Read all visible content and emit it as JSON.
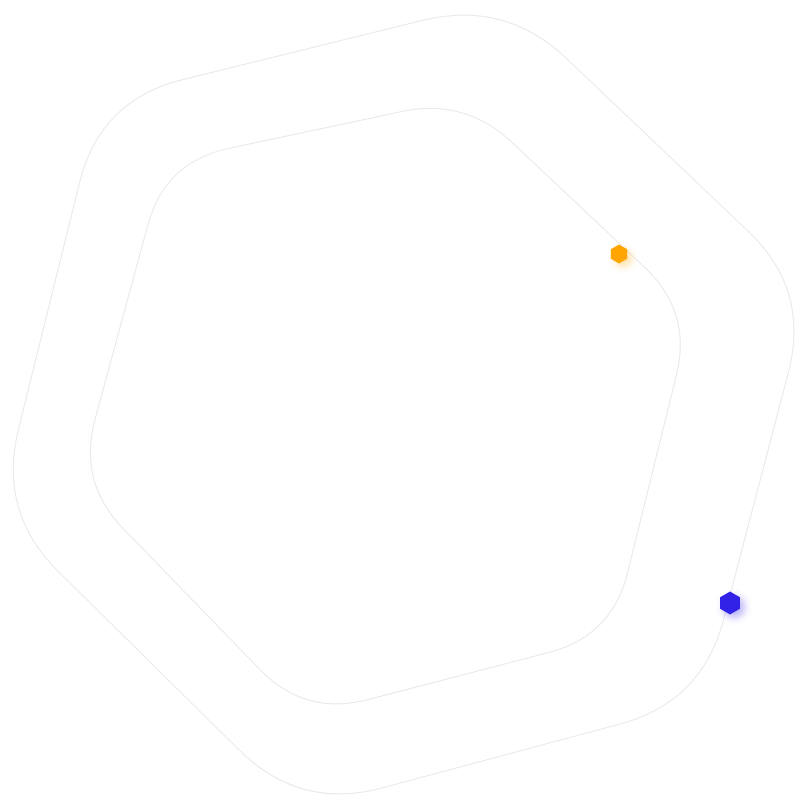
{
  "colors": {
    "outline": "#e8e8e8",
    "orange_dot": "#FFA500",
    "blue_dot": "#3324E8",
    "background": "#ffffff"
  },
  "icons": [
    "hexagon-outline-outer",
    "hexagon-outline-inner",
    "orange-hexagon-dot",
    "blue-hexagon-dot"
  ]
}
